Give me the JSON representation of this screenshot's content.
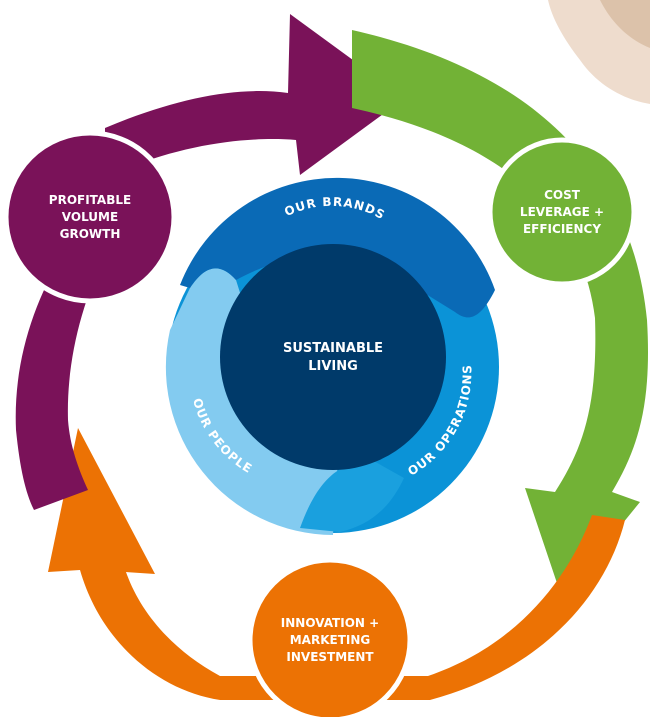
{
  "outer_cycle": {
    "nodes": [
      {
        "id": "profitable",
        "lines": [
          "PROFITABLE",
          "VOLUME",
          "GROWTH"
        ],
        "color": "#7a1259"
      },
      {
        "id": "cost",
        "lines": [
          "COST",
          "LEVERAGE +",
          "EFFICIENCY"
        ],
        "color": "#72b236"
      },
      {
        "id": "innovation",
        "lines": [
          "INNOVATION +",
          "MARKETING",
          "INVESTMENT"
        ],
        "color": "#ec7204"
      }
    ]
  },
  "inner_ring": {
    "segments": [
      {
        "id": "brands",
        "label": "OUR BRANDS",
        "color": "#0a6ab6"
      },
      {
        "id": "operations",
        "label": "OUR OPERATIONS",
        "color": "#0b93d7"
      },
      {
        "id": "people",
        "label": "OUR PEOPLE",
        "color": "#83cbf0"
      }
    ]
  },
  "center": {
    "lines": [
      "SUSTAINABLE",
      "LIVING"
    ],
    "color": "#003a6a"
  },
  "colors": {
    "background": "#ffffff",
    "node_text": "#ffffff",
    "ring_text": "#ffffff"
  }
}
